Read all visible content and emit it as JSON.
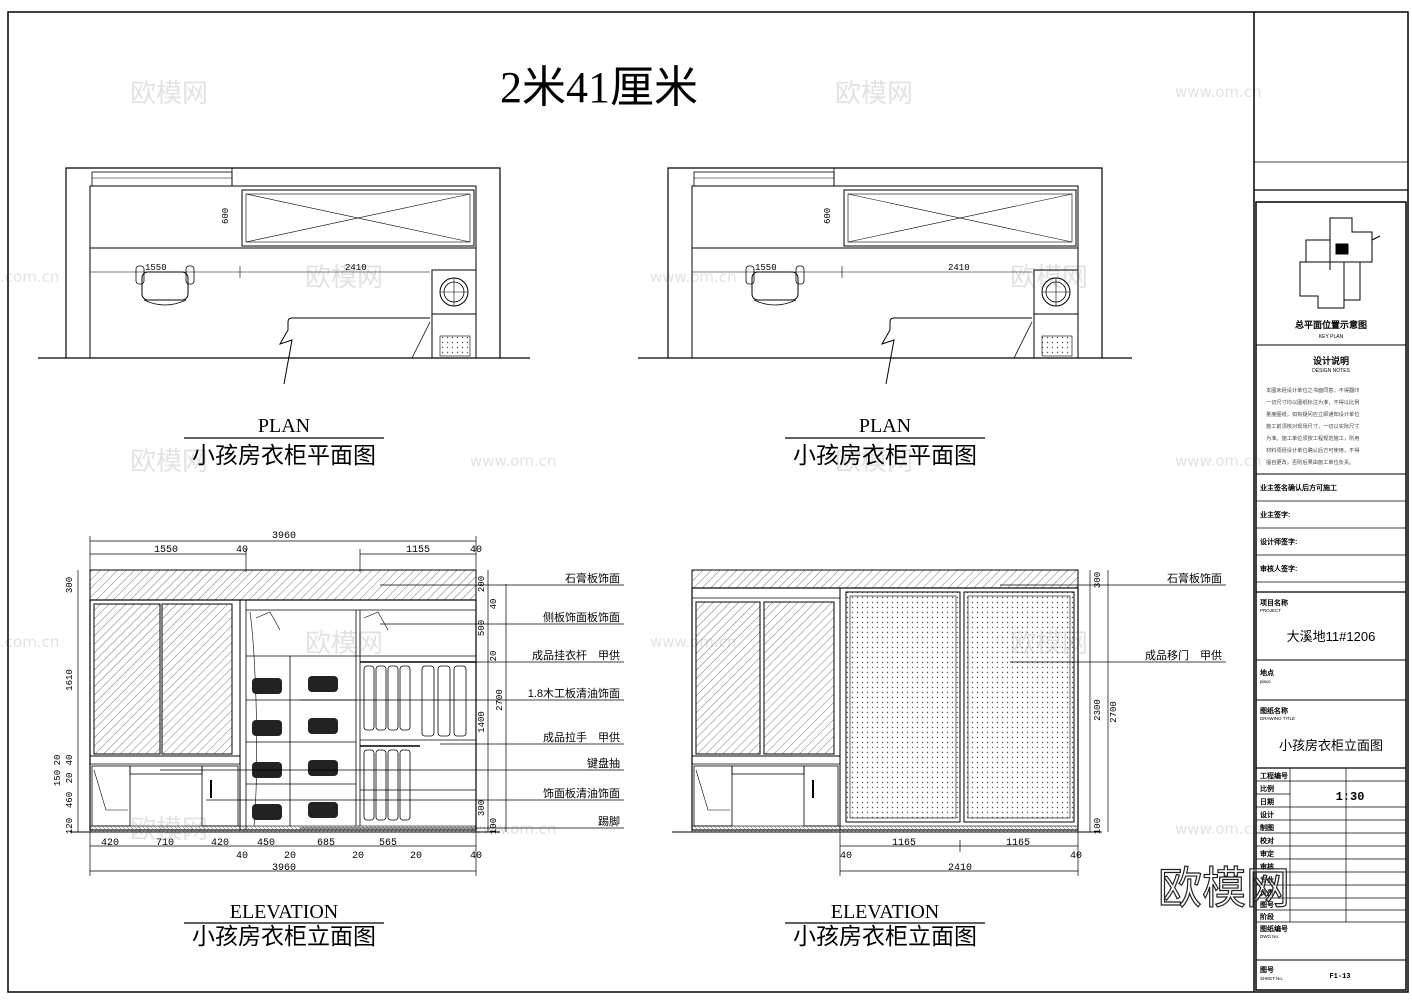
{
  "sheet": {
    "main_title": "2米41厘米",
    "watermark_brand": "欧模网",
    "watermark_url": "www.om.cn",
    "watermark_url_cropped": ".com.cn"
  },
  "plan_left": {
    "title_en": "PLAN",
    "title_cn": "小孩房衣柜平面图",
    "dims": {
      "depth": "600",
      "desk": "1550",
      "width": "2410"
    }
  },
  "plan_right": {
    "title_en": "PLAN",
    "title_cn": "小孩房衣柜平面图",
    "dims": {
      "depth": "600",
      "desk": "1550",
      "width": "2410"
    }
  },
  "elev_left": {
    "title_en": "ELEVATION",
    "title_cn": "小孩房衣柜立面图",
    "top_total": "3960",
    "top_dims": [
      "1550",
      "40",
      "1155",
      "40"
    ],
    "left_dims": [
      "300",
      "1610",
      "20",
      "40",
      "150",
      "20",
      "460",
      "120"
    ],
    "inner_dims": [
      "200",
      "40",
      "500",
      "20",
      "1400",
      "300",
      "100"
    ],
    "right_total": "2700",
    "bottom_dims": [
      "420",
      "710",
      "420",
      "450",
      "685",
      "565"
    ],
    "bottom_gaps": [
      "40",
      "20",
      "20",
      "20",
      "40"
    ],
    "bottom_total": "3960",
    "callouts": [
      "石膏板饰面",
      "侧板饰面板饰面",
      "成品挂衣杆　甲供",
      "1.8木工板清油饰面",
      "成品拉手　甲供",
      "键盘抽",
      "饰面板清油饰面",
      "踢脚"
    ]
  },
  "elev_right": {
    "title_en": "ELEVATION",
    "title_cn": "小孩房衣柜立面图",
    "right_dims": [
      "300",
      "2300",
      "100"
    ],
    "right_total": "2700",
    "bottom_dims": [
      "40",
      "1165",
      "1165",
      "40"
    ],
    "bottom_total": "2410",
    "callouts": [
      "石膏板饰面",
      "成品移门　甲供"
    ]
  },
  "title_block": {
    "keyplan_caption": "总平面位置示意图",
    "keyplan_caption_en": "KEY PLAN",
    "notes_title": "设计说明",
    "notes_title_en": "DESIGN NOTES",
    "notes_lines": [
      "本图未经设计单位之书面同意，不得翻印",
      "一切尺寸均以图纸标注为准，不得以比例",
      "量度图纸，如有疑问应立即通知设计单位",
      "施工前须核对现场尺寸，一切以实际尺寸",
      "为准。施工单位须按工程规范施工，所用",
      "材料须经设计单位确认后方可使用，不得",
      "擅自更改，否则后果由施工单位负责。"
    ],
    "sign_rows": [
      "业主签名确认后方可施工",
      "业主签字:",
      "设计师签字:",
      "审核人签字:"
    ],
    "project_label": "项目名称",
    "project_label_en": "PROJECT",
    "project_name": "大溪地11#1206",
    "location_label": "地点",
    "location_label_en": "place",
    "drawing_label": "图纸名称",
    "drawing_label_en": "DRAWING TITLE",
    "drawing_title": "小孩房衣柜立面图",
    "grid_labels": [
      "工程编号",
      "比例",
      "日期",
      "设计",
      "制图",
      "校对",
      "审定",
      "审核",
      "专业",
      "负责",
      "图号",
      "阶段"
    ],
    "scale": "1:30",
    "drawing_no_label": "图纸编号",
    "drawing_no_label_en": "DWG No.",
    "sheet_label": "图号",
    "sheet_label_en": "SHEET No.",
    "sheet_no": "F1-13"
  }
}
